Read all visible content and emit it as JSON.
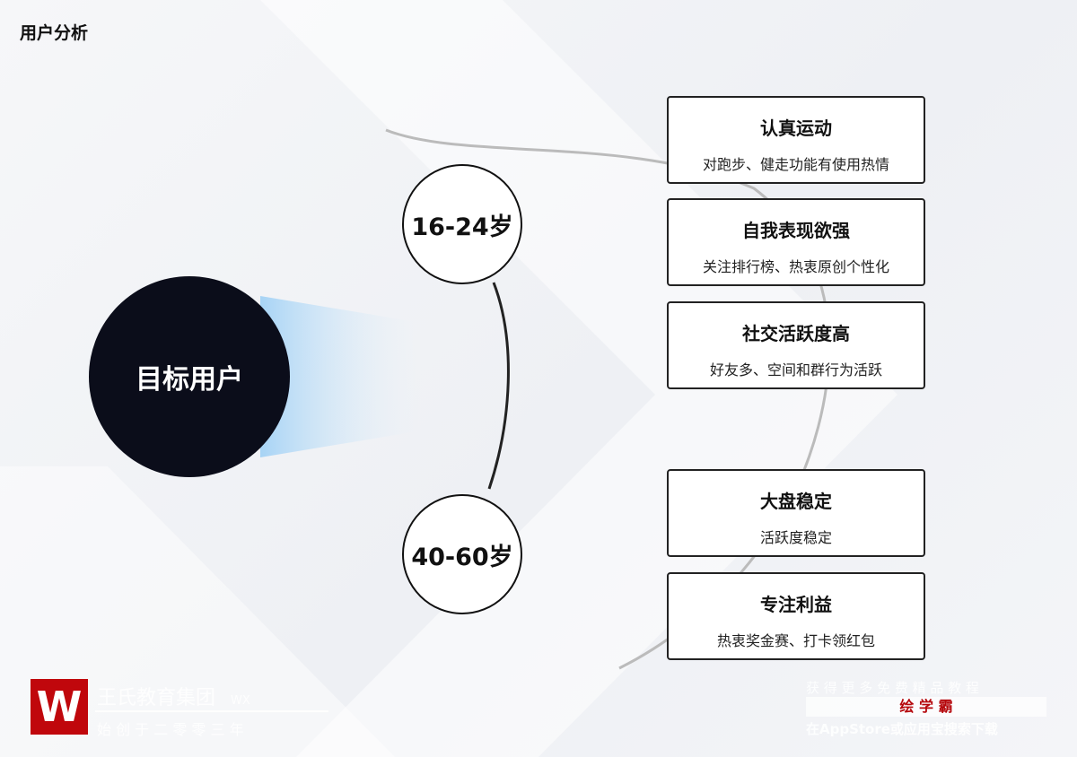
{
  "header": {
    "title": "用户分析"
  },
  "core": {
    "label": "目标用户"
  },
  "groups": [
    {
      "label": "16-24岁",
      "traits": [
        {
          "title": "认真运动",
          "desc": "对跑步、健走功能有使用热情"
        },
        {
          "title": "自我表现欲强",
          "desc": "关注排行榜、热衷原创个性化"
        },
        {
          "title": "社交活跃度高",
          "desc": "好友多、空间和群行为活跃"
        }
      ]
    },
    {
      "label": "40-60岁",
      "traits": [
        {
          "title": "大盘稳定",
          "desc": "活跃度稳定"
        },
        {
          "title": "专注利益",
          "desc": "热衷奖金赛、打卡领红包"
        }
      ]
    }
  ],
  "watermark": {
    "logo_letter": "W",
    "company": "王氏教育集团",
    "company_sub": "WX",
    "slogan": "始 创 于 二 零 零 三 年",
    "promo": "获 得 更 多 免 费 精 品 教 程",
    "app": "绘 学 霸",
    "download": "在AppStore或应用宝搜索下载"
  },
  "colors": {
    "core": "#0b0d1a",
    "brand": "#c0070c"
  }
}
